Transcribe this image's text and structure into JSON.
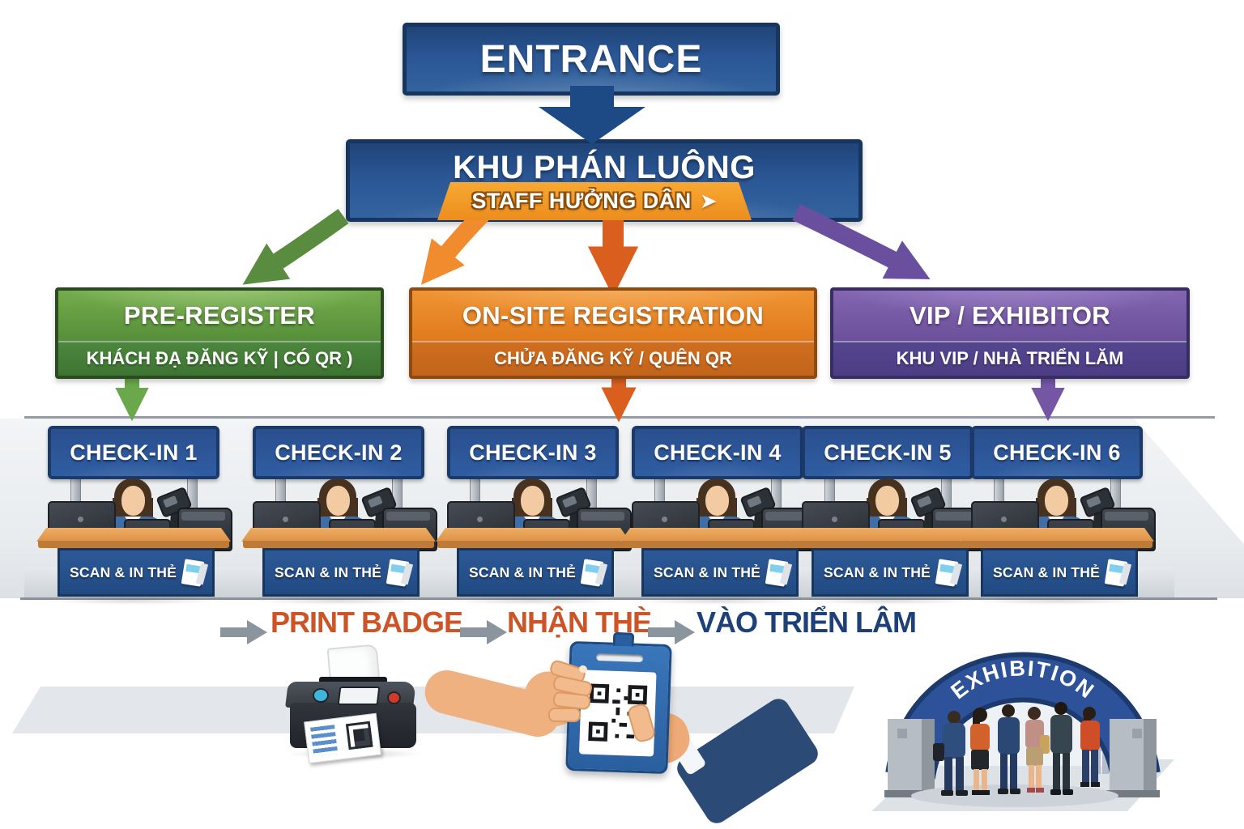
{
  "entrance": {
    "label": "ENTRANCE"
  },
  "routing": {
    "title": "KHU PHÁN LUÔNG",
    "ribbon_label": "STAFF HƯỞNG DÂN",
    "ribbon_arrow": "➤"
  },
  "branches": [
    {
      "title": "PRE-REGISTER",
      "subtitle": "KHÁCH ĐẠ ĐĂNG KỸ | CÓ QR )",
      "color": "#578f3a"
    },
    {
      "title": "ON-SITE REGISTRATION",
      "subtitle": "CHỬA ĐĂNG KỸ / QUÊN QR",
      "color": "#e07a1d"
    },
    {
      "title": "VIP / EXHIBITOR",
      "subtitle": "KHU VIP / NHÀ TRIỂN LĂM",
      "color": "#6b509b"
    }
  ],
  "counters": {
    "labels": [
      "CHECK-IN 1",
      "CHECK-IN 2",
      "CHECK-IN 3",
      "CHECK-IN 4",
      "CHECK-IN 5",
      "CHECK-IN 6"
    ],
    "desk_label": "SCAN & IN THẺ"
  },
  "bottom_flow": {
    "steps": [
      "PRINT BADGE",
      "NHẬN THÈ",
      "VÀO TRIỂN LÂM"
    ]
  },
  "exhibition": {
    "arch_label": "EXHIBITION"
  },
  "palette": {
    "flow_blue": "#2a5694",
    "branch_green": "#578f3a",
    "branch_orange": "#e07a1d",
    "branch_purple": "#6b509b",
    "arrow_red_orange": "#da5f1f",
    "ribbon_orange": "#f0981f",
    "label_orange": "#cd5426",
    "label_navy": "#1e4078",
    "arrow_gray": "#8b959d",
    "desk_wood": "#dc9348"
  }
}
